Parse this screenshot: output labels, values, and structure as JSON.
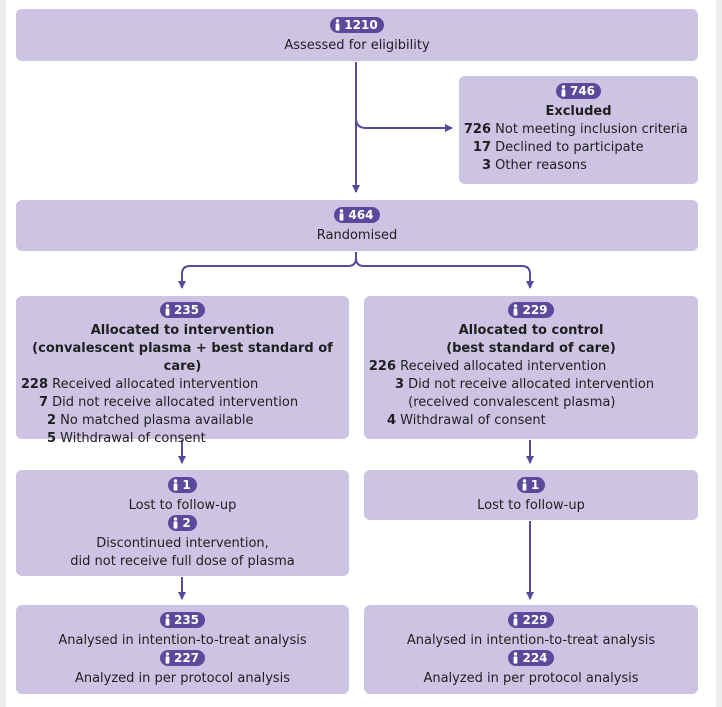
{
  "colors": {
    "box": "#cdc3e3",
    "accent": "#5b4a9c",
    "text": "#1f1f1f"
  },
  "icon": "person-icon",
  "assessed": {
    "count": "1210",
    "label": "Assessed for eligibility"
  },
  "excluded": {
    "count": "746",
    "title": "Excluded",
    "reasons": [
      {
        "n": "726",
        "text": "Not meeting inclusion criteria"
      },
      {
        "n": "17",
        "text": "Declined to participate"
      },
      {
        "n": "3",
        "text": "Other reasons"
      }
    ]
  },
  "randomised": {
    "count": "464",
    "label": "Randomised"
  },
  "intervention": {
    "count": "235",
    "title1": "Allocated to intervention",
    "title2": "(convalescent plasma + best standard of care)",
    "rows": [
      {
        "n": "228",
        "text": "Received allocated intervention"
      },
      {
        "n": "7",
        "text": "Did not receive allocated intervention"
      },
      {
        "n": "2",
        "text": "No matched plasma available"
      },
      {
        "n": "5",
        "text": "Withdrawal of consent"
      }
    ]
  },
  "control": {
    "count": "229",
    "title1": "Allocated to control",
    "title2": "(best standard of care)",
    "rows": [
      {
        "n": "226",
        "text": "Received allocated intervention"
      },
      {
        "n": "3",
        "text": "Did not receive allocated intervention"
      },
      {
        "n": "",
        "text": "(received convalescent plasma)"
      },
      {
        "n": "4",
        "text": "Withdrawal of consent"
      }
    ]
  },
  "followup_intervention": {
    "lost_count": "1",
    "lost_label": "Lost to follow-up",
    "disc_count": "2",
    "disc_line1": "Discontinued intervention,",
    "disc_line2": "did not receive full dose of plasma"
  },
  "followup_control": {
    "lost_count": "1",
    "lost_label": "Lost to follow-up"
  },
  "analysis_intervention": {
    "itt_count": "235",
    "itt_label": "Analysed in intention-to-treat analysis",
    "pp_count": "227",
    "pp_label": "Analyzed in per protocol analysis"
  },
  "analysis_control": {
    "itt_count": "229",
    "itt_label": "Analysed in intention-to-treat analysis",
    "pp_count": "224",
    "pp_label": "Analyzed in per protocol analysis"
  }
}
